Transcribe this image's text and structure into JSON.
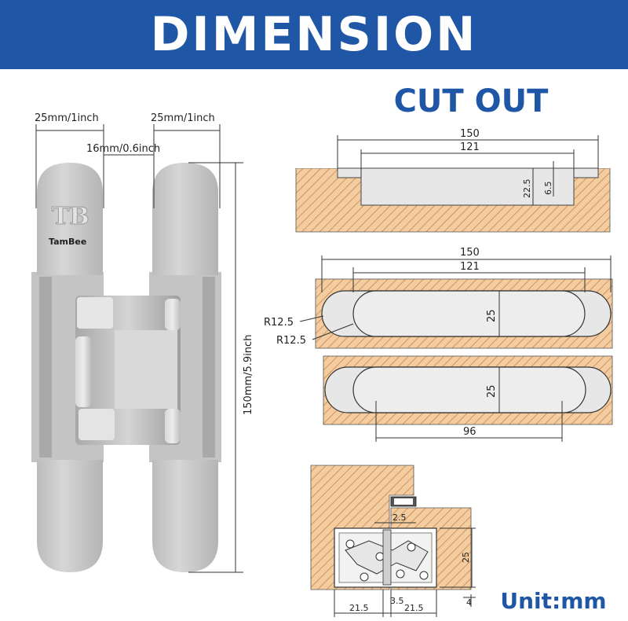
{
  "banner": {
    "title": "DIMENSION"
  },
  "cutout": {
    "title": "CUT OUT"
  },
  "unit_label": "Unit:mm",
  "hinge": {
    "brand": "TamBee",
    "width_left": "25mm/1inch",
    "width_right": "25mm/1inch",
    "gap": "16mm/0.6inch",
    "height": "150mm/5.9inch"
  },
  "drawing1": {
    "total": "150",
    "inner": "121",
    "depth": "22.5",
    "step": "6.5"
  },
  "drawing2": {
    "total": "150",
    "inner": "121",
    "width": "25",
    "r_outer": "R12.5",
    "r_inner": "R12.5"
  },
  "drawing3": {
    "width": "25",
    "center": "96"
  },
  "drawing4": {
    "gap_top": "2.5",
    "height": "25",
    "left": "21.5",
    "middle": "3.5",
    "right": "21.5",
    "bottom": "4"
  },
  "colors": {
    "banner": "#1f56a6",
    "wood": "#f2c89a",
    "hatch": "#c7895a",
    "metal": "#c9c9c9"
  }
}
